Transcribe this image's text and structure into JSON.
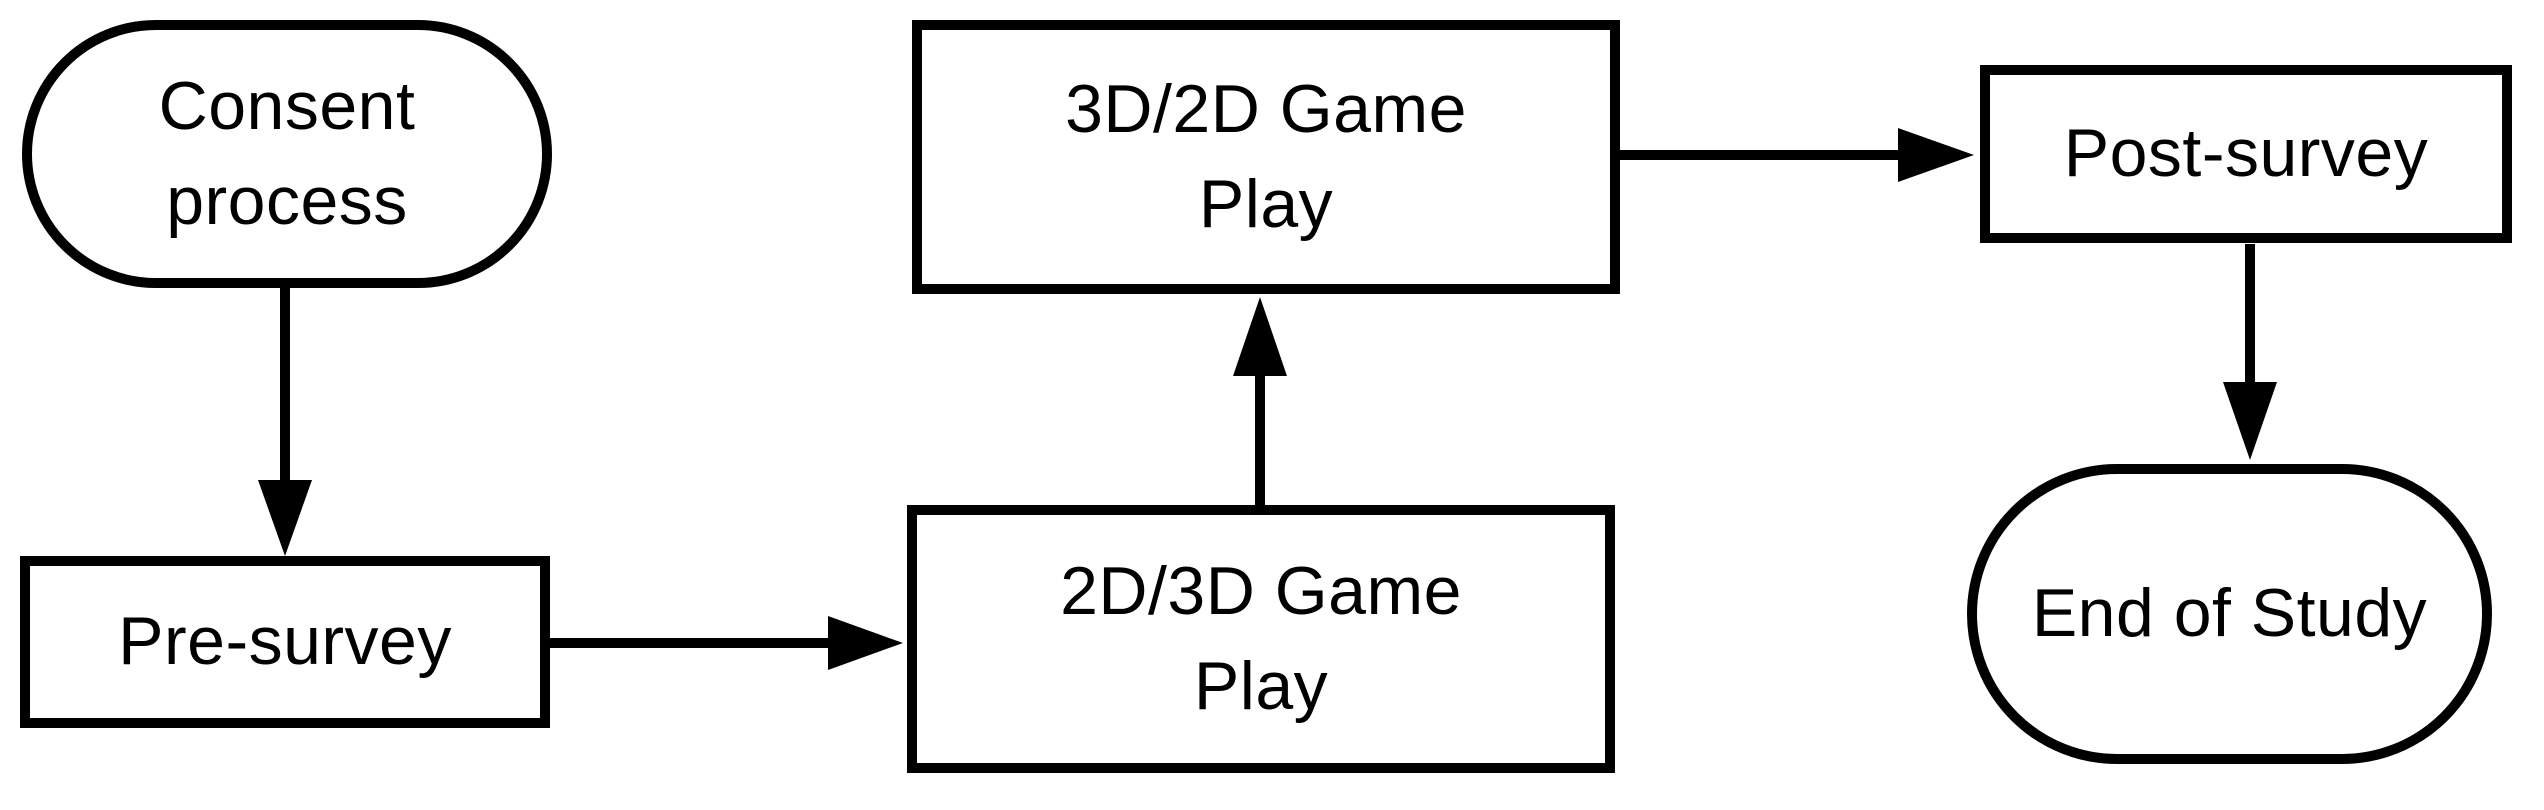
{
  "canvas": {
    "background_color": "#ffffff",
    "stroke_color": "#000000",
    "text_color": "#000000"
  },
  "diagram": {
    "title": "",
    "nodes": [
      {
        "id": "consent-process",
        "type": "terminator",
        "label": "Consent\nprocess"
      },
      {
        "id": "pre-survey",
        "type": "process",
        "label": "Pre-survey"
      },
      {
        "id": "game-2d3d",
        "type": "process",
        "label": "2D/3D Game\nPlay"
      },
      {
        "id": "game-3d2d",
        "type": "process",
        "label": "3D/2D Game\nPlay"
      },
      {
        "id": "post-survey",
        "type": "process",
        "label": "Post-survey"
      },
      {
        "id": "end-of-study",
        "type": "terminator",
        "label": "End of Study"
      }
    ],
    "edges": [
      {
        "from": "Consent process",
        "to": "Pre-survey",
        "direction": "down"
      },
      {
        "from": "Pre-survey",
        "to": "2D/3D Game Play",
        "direction": "right"
      },
      {
        "from": "2D/3D Game Play",
        "to": "3D/2D Game Play",
        "direction": "up"
      },
      {
        "from": "3D/2D Game Play",
        "to": "Post-survey",
        "direction": "right"
      },
      {
        "from": "Post-survey",
        "to": "End of Study",
        "direction": "down"
      }
    ]
  }
}
